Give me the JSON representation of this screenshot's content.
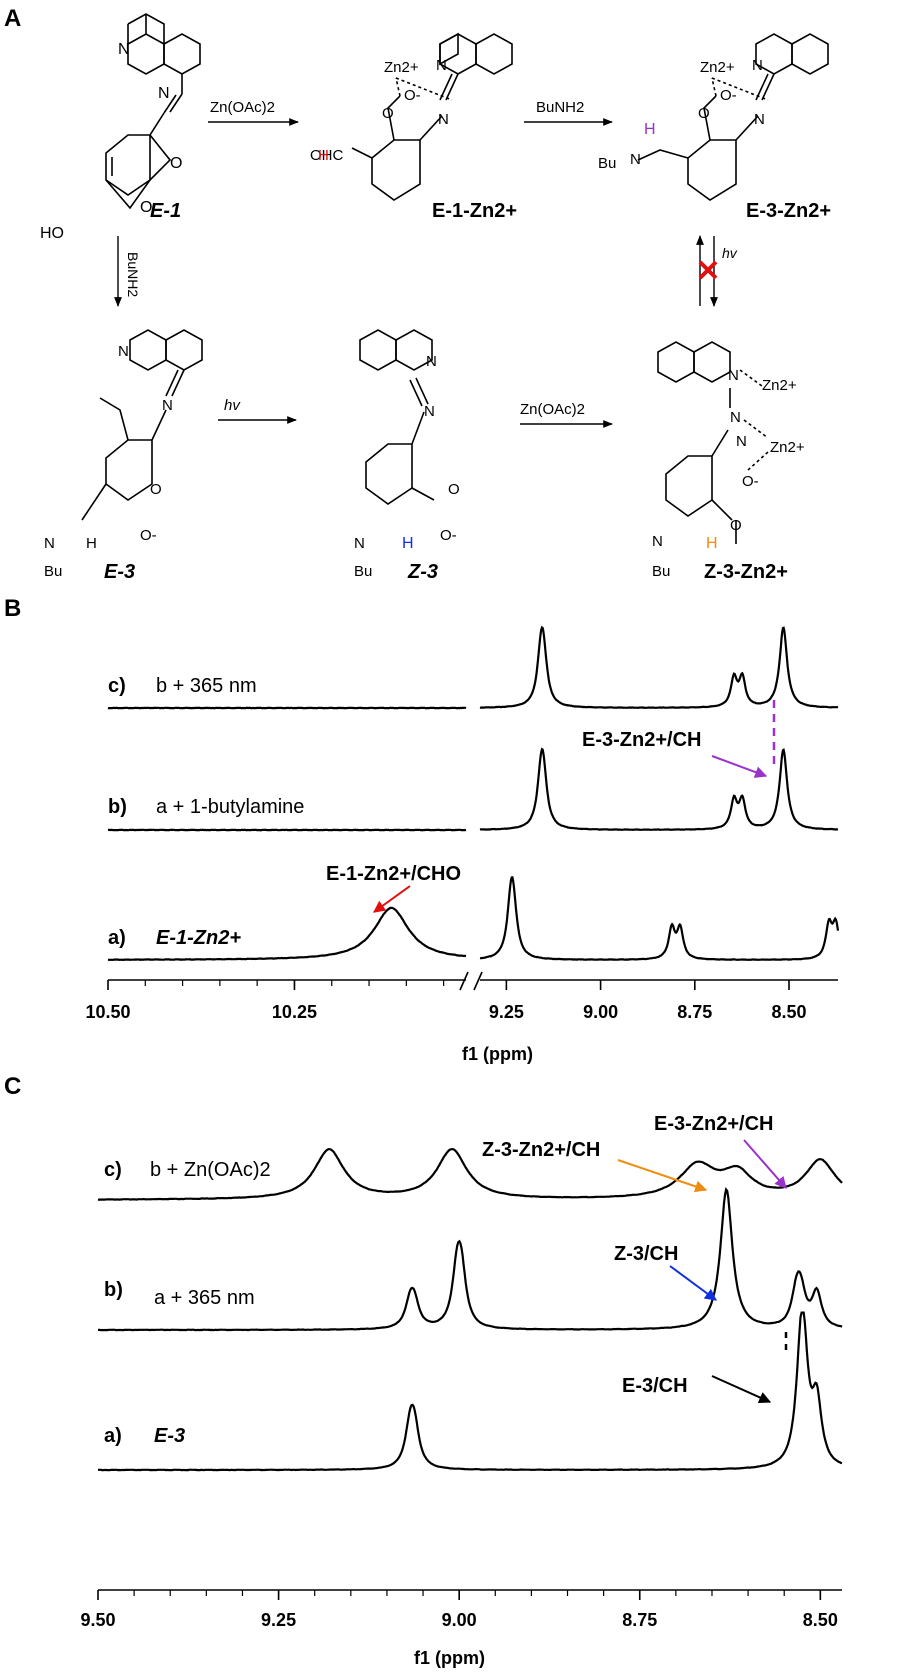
{
  "panels": {
    "A": "A",
    "B": "B",
    "C": "C"
  },
  "scheme": {
    "compounds": {
      "E1": "E-1",
      "E1Zn": "E-1-Zn2+",
      "E3Zn_top": "E-3-Zn2+",
      "E3": "E-3",
      "Z3": "Z-3",
      "Z3Zn": "Z-3-Zn2+"
    },
    "arrows": {
      "zn_oac2_a": "Zn(OAc)2",
      "bunh2_a": "BuNH2",
      "bunh2_b": "BuNH2",
      "hv_a": "hv",
      "hv_b": "hv",
      "zn_oac2_b": "Zn(OAc)2"
    },
    "atoms": {
      "N": "N",
      "O": "O",
      "OH": "HO",
      "Zn": "Zn2+",
      "Bu": "Bu",
      "H": "H",
      "OHC": "OHC",
      "O_minus": "O-"
    },
    "colors": {
      "red": "#e01010",
      "purple": "#9933cc",
      "blue": "#1030e0",
      "orange": "#f08c10"
    }
  },
  "panel_B": {
    "traces": {
      "c": "c)",
      "c_text": "b + 365 nm",
      "b": "b)",
      "b_text": "a + 1-butylamine",
      "a": "a)",
      "a_text": "E-1-Zn2+"
    },
    "annotations": {
      "ann1": "E-3-Zn2+/CH",
      "ann2": "E-1-Zn2+/CHO"
    },
    "xlabel": "f1 (ppm)",
    "ticks_left": [
      "10.50",
      "10.25"
    ],
    "ticks_right": [
      "9.25",
      "9.00",
      "8.75",
      "8.50"
    ]
  },
  "panel_C": {
    "traces": {
      "c": "c)",
      "c_text": "b + Zn(OAc)2",
      "b": "b)",
      "b_text": "a + 365 nm",
      "a": "a)",
      "a_text": "E-3"
    },
    "annotations": {
      "z3zn": "Z-3-Zn2+/CH",
      "e3zn": "E-3-Zn2+/CH",
      "z3": "Z-3/CH",
      "e3": "E-3/CH"
    },
    "xlabel": "f1 (ppm)",
    "ticks": [
      "9.50",
      "9.25",
      "9.00",
      "8.75",
      "8.50"
    ]
  },
  "chart_data": [
    {
      "type": "line",
      "title": "",
      "xlabel": "f1 (ppm)",
      "ylabel": "",
      "x_reversed": true,
      "axis_break": [
        10.02,
        9.32
      ],
      "xlim": [
        10.5,
        8.37
      ],
      "series": [
        {
          "name": "c) b + 365 nm",
          "peaks": [
            {
              "x": 9.155,
              "h": 0.78,
              "w": 0.012,
              "split": 0.006
            },
            {
              "x": 8.635,
              "h": 0.52,
              "w": 0.01,
              "split": 0.022
            },
            {
              "x": 8.515,
              "h": 0.8,
              "w": 0.012
            }
          ]
        },
        {
          "name": "b) a + 1-butylamine",
          "peaks": [
            {
              "x": 9.155,
              "h": 0.78,
              "w": 0.012,
              "split": 0.006
            },
            {
              "x": 8.635,
              "h": 0.52,
              "w": 0.01,
              "split": 0.022
            },
            {
              "x": 8.515,
              "h": 0.8,
              "w": 0.012
            }
          ]
        },
        {
          "name": "a) E-1-Zn2+",
          "peaks": [
            {
              "x": 10.12,
              "h": 0.52,
              "w": 0.028
            },
            {
              "x": 9.235,
              "h": 0.8,
              "w": 0.012,
              "split": 0.006
            },
            {
              "x": 8.8,
              "h": 0.55,
              "w": 0.01,
              "split": 0.022
            },
            {
              "x": 8.385,
              "h": 0.6,
              "w": 0.01,
              "split": 0.018
            }
          ]
        }
      ]
    },
    {
      "type": "line",
      "title": "",
      "xlabel": "f1 (ppm)",
      "ylabel": "",
      "x_reversed": true,
      "xlim": [
        9.5,
        8.47
      ],
      "series": [
        {
          "name": "c) b + Zn(OAc)2",
          "peaks": [
            {
              "x": 9.18,
              "h": 0.45,
              "w": 0.025
            },
            {
              "x": 9.01,
              "h": 0.45,
              "w": 0.025
            },
            {
              "x": 8.67,
              "h": 0.3,
              "w": 0.03
            },
            {
              "x": 8.615,
              "h": 0.22,
              "w": 0.025
            },
            {
              "x": 8.5,
              "h": 0.35,
              "w": 0.025
            }
          ]
        },
        {
          "name": "b) a + 365 nm",
          "peaks": [
            {
              "x": 9.065,
              "h": 0.3,
              "w": 0.008,
              "split": 0.006
            },
            {
              "x": 9.0,
              "h": 0.65,
              "w": 0.008,
              "split": 0.006
            },
            {
              "x": 8.63,
              "h": 1.0,
              "w": 0.01
            },
            {
              "x": 8.53,
              "h": 0.4,
              "w": 0.008,
              "split": 0.006
            },
            {
              "x": 8.505,
              "h": 0.25,
              "w": 0.008
            }
          ]
        },
        {
          "name": "a) E-3",
          "peaks": [
            {
              "x": 9.065,
              "h": 0.45,
              "w": 0.008,
              "split": 0.006
            },
            {
              "x": 8.525,
              "h": 1.0,
              "w": 0.008,
              "split": 0.004
            },
            {
              "x": 8.505,
              "h": 0.42,
              "w": 0.008
            }
          ]
        }
      ]
    }
  ]
}
